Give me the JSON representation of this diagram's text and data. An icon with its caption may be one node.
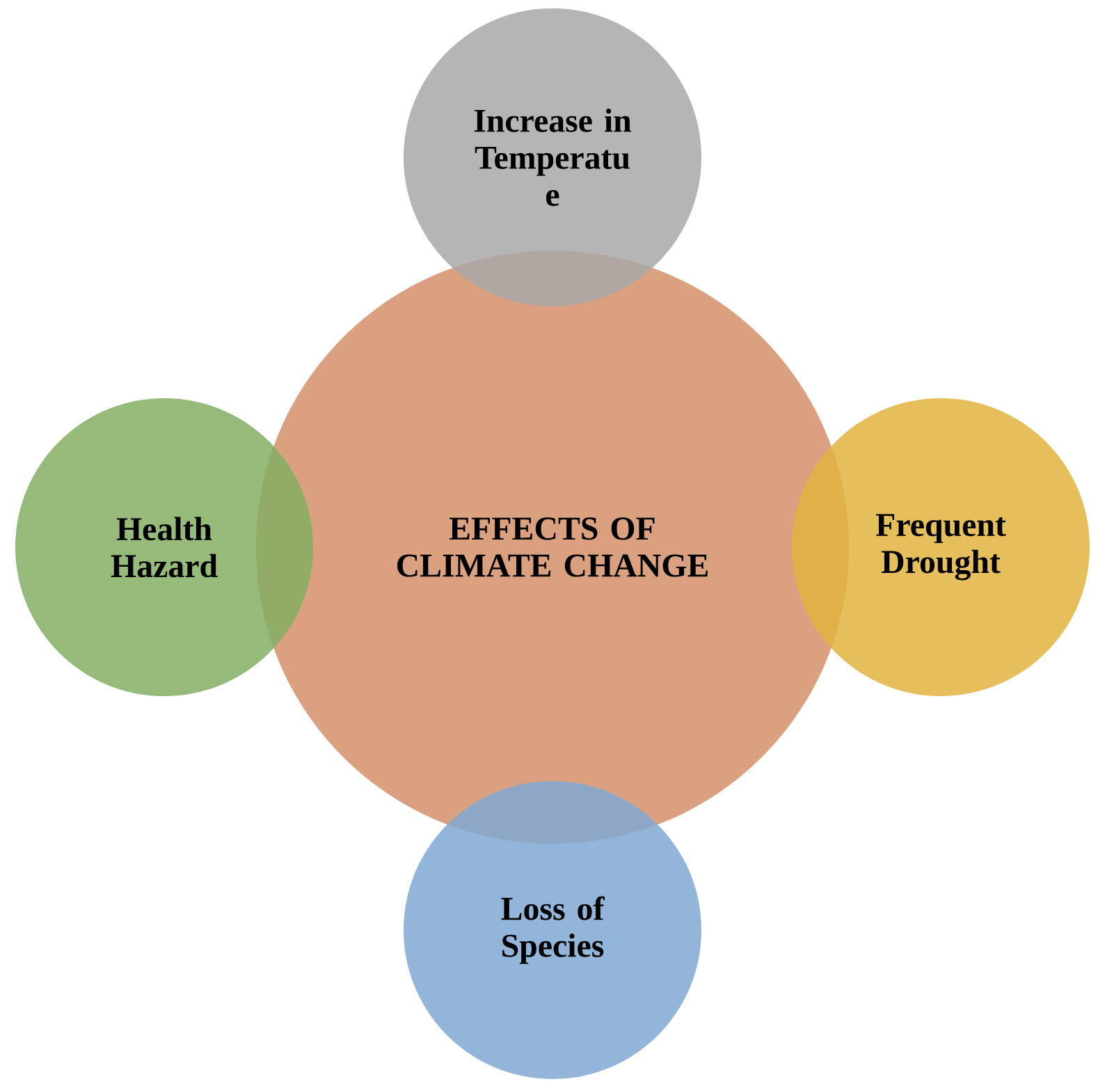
{
  "diagram": {
    "nodes": [
      {
        "text": [
          "Increase in Temperatu e"
        ]
      },
      {
        "text": [
          "Health Hazard"
        ]
      },
      {
        "text": [
          "EFFECTS OF CLIMATE CHANGE"
        ]
      },
      {
        "text": [
          "Frequent Drought"
        ]
      },
      {
        "text": [
          "Loss of Species"
        ]
      }
    ]
  }
}
